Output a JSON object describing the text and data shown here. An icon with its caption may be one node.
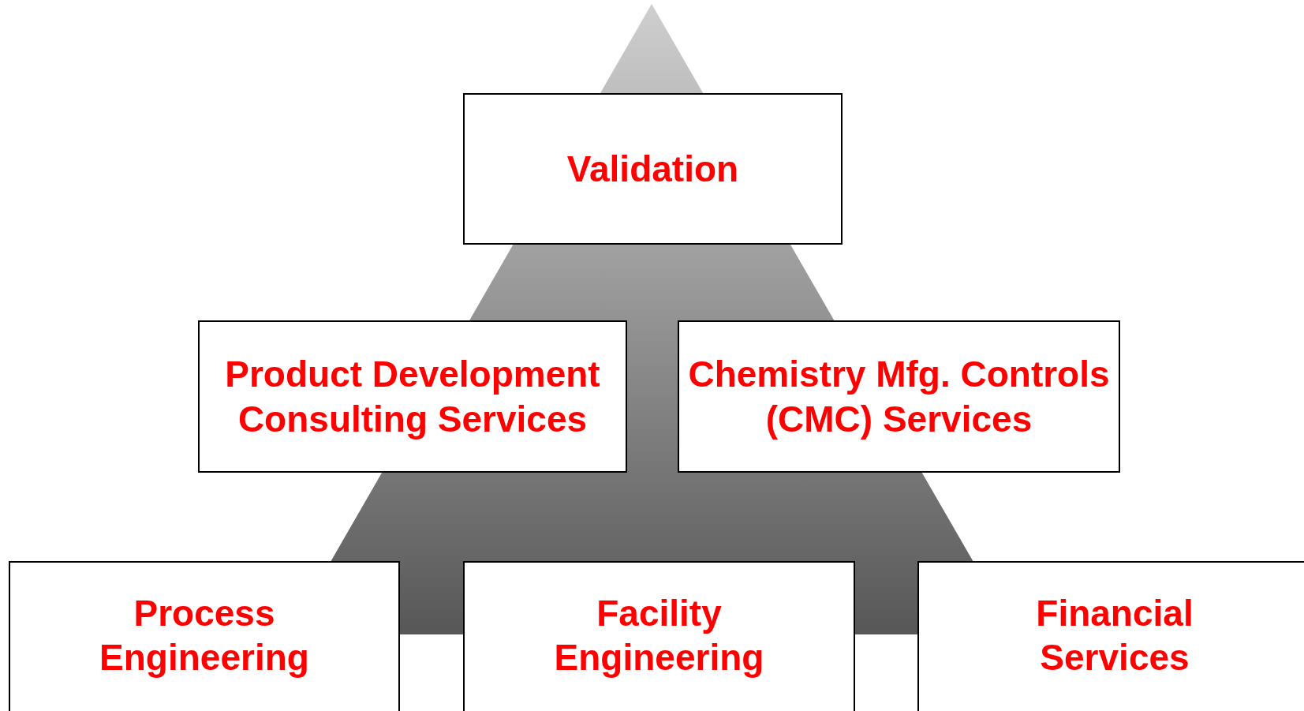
{
  "diagram": {
    "nodes": [
      {
        "text": [
          "Validation"
        ]
      },
      {
        "text": [
          "Product Development Consulting Services"
        ]
      },
      {
        "text": [
          "Chemistry Mfg. Controls (CMC) Services"
        ]
      },
      {
        "text": [
          "Process Engineering"
        ]
      },
      {
        "text": [
          "Facility Engineering"
        ]
      },
      {
        "text": [
          "Financial Services"
        ]
      }
    ]
  }
}
